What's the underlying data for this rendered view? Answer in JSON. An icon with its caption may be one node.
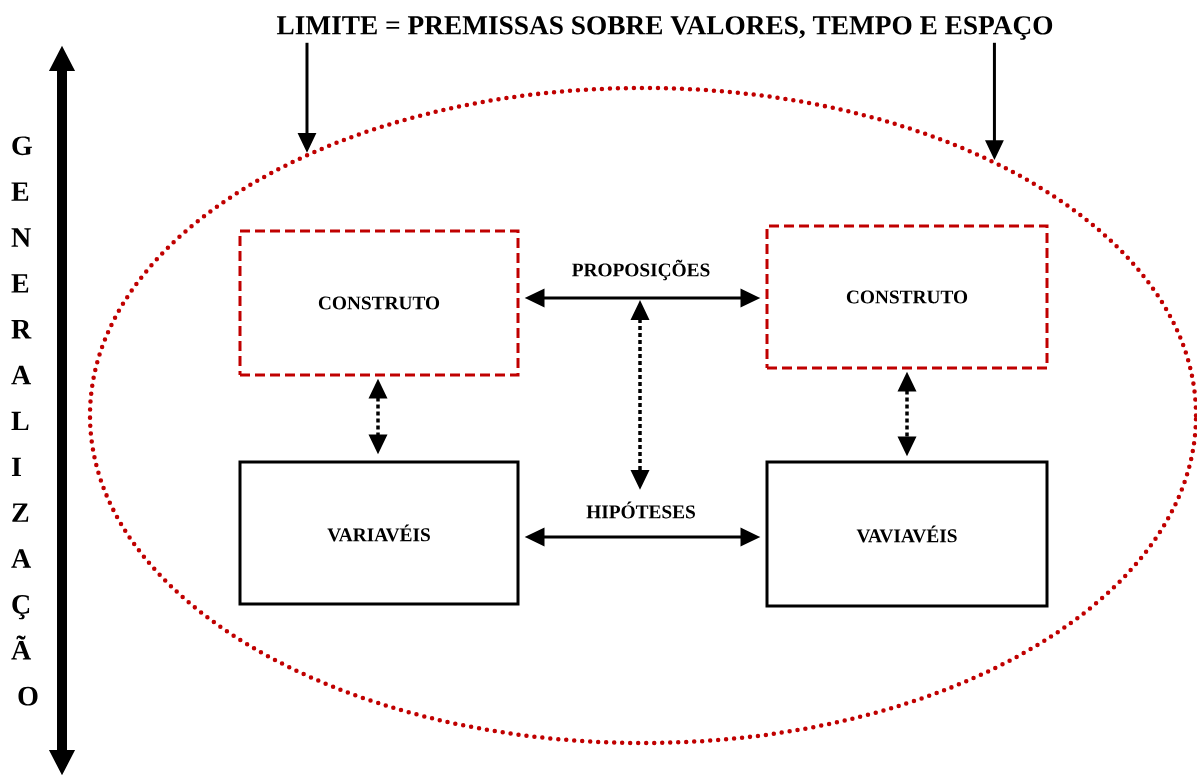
{
  "diagram": {
    "nodes": [
      {
        "text": [
          "LIMITE = PREMISSAS SOBRE VALORES, TEMPO E ESPAÇO"
        ]
      },
      {
        "text": [],
        "shape": "ellipse"
      },
      {
        "text": [
          "CONSTRUTO"
        ],
        "in": 1
      },
      {
        "text": [
          "CONSTRUTO"
        ],
        "in": 1
      },
      {
        "text": [
          "VARIAVÉIS"
        ],
        "in": 1
      },
      {
        "text": [
          "VAVIAVÉIS"
        ],
        "in": 1
      },
      {
        "text": [
          "PROPOSIÇÕES"
        ],
        "in": 1
      },
      {
        "text": [
          "HIPÓTESES"
        ],
        "in": 1
      }
    ],
    "edges": [
      {
        "from": 0,
        "to": 1,
        "arrow": "to"
      },
      {
        "from": 0,
        "to": 1,
        "arrow": "to"
      },
      {
        "from": 2,
        "to": 3,
        "arrow": "both"
      },
      {
        "from": 4,
        "to": 5,
        "arrow": "both"
      },
      {
        "from": 2,
        "to": 4,
        "arrow": "both",
        "style": "dashed"
      },
      {
        "from": 3,
        "to": 5,
        "arrow": "both",
        "style": "dashed"
      },
      {
        "from": 6,
        "to": 7,
        "arrow": "both",
        "style": "dashed"
      }
    ],
    "labels": [
      "GENERALIZAÇÃO"
    ]
  }
}
